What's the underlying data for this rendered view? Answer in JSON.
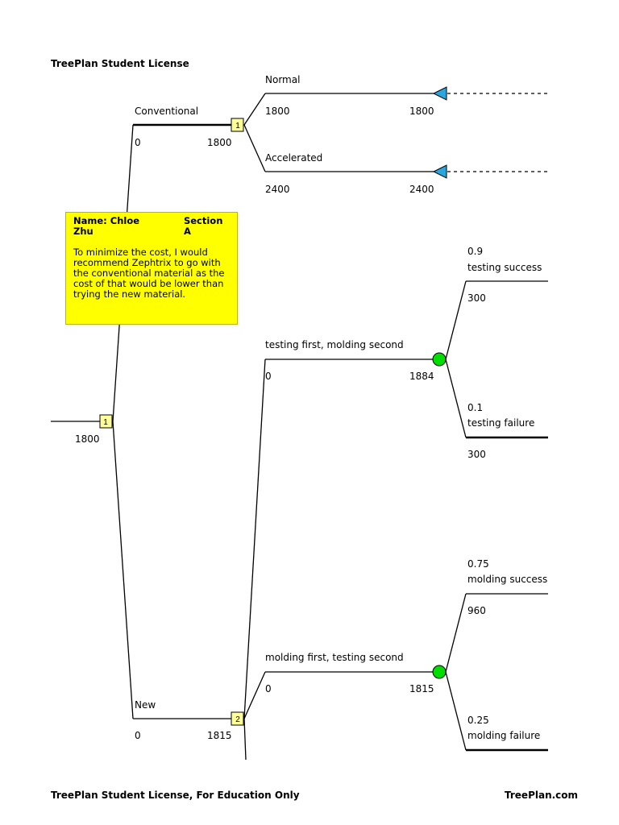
{
  "header": {
    "license": "TreePlan Student License"
  },
  "footer": {
    "left": "TreePlan Student License, For Education Only",
    "right": "TreePlan.com"
  },
  "note": {
    "name": "Name: Chloe Zhu",
    "section": "Section A",
    "text": "To minimize the cost, I would\nrecommend Zephtrix to go with\nthe conventional material as the\ncost of that would be lower than\ntrying the new material."
  },
  "tree": {
    "root": {
      "number": "1",
      "value": "1800"
    },
    "conventional": {
      "label": "Conventional",
      "cost": "0",
      "value": "1800",
      "node_number": "1"
    },
    "normal": {
      "label": "Normal",
      "cost": "1800",
      "value": "1800"
    },
    "accelerated": {
      "label": "Accelerated",
      "cost": "2400",
      "value": "2400"
    },
    "new": {
      "label": "New",
      "cost": "0",
      "value": "1815",
      "node_number": "2"
    },
    "testing_first": {
      "label": "testing first, molding second",
      "cost": "0",
      "value": "1884"
    },
    "testing_success": {
      "prob": "0.9",
      "label": "testing success",
      "cost": "300"
    },
    "testing_failure": {
      "prob": "0.1",
      "label": "testing failure",
      "cost": "300"
    },
    "molding_first": {
      "label": "molding first, testing second",
      "cost": "0",
      "value": "1815"
    },
    "molding_success": {
      "prob": "0.75",
      "label": "molding success",
      "cost": "960"
    },
    "molding_failure": {
      "prob": "0.25",
      "label": "molding failure"
    }
  },
  "colors": {
    "decision_node": "#ffff99",
    "chance_node": "#00dd00",
    "terminal_node": "#29a6e0",
    "note_bg": "#ffff00"
  }
}
